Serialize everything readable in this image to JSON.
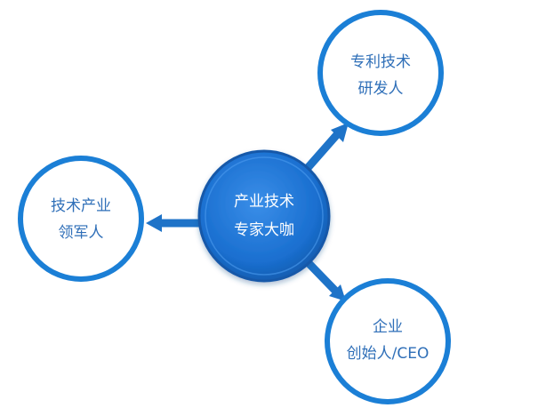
{
  "colors": {
    "ring": "#1b7fd6",
    "arrow": "#1e73c8",
    "center_fill": "#1a6fd0",
    "center_ring": "#1559a9",
    "outer_text": "#2f6fb8",
    "center_text": "#ffffff"
  },
  "center": {
    "line1": "产业技术",
    "line2": "专家大咖"
  },
  "nodes": {
    "top_right": {
      "line1": "专利技术",
      "line2": "研发人"
    },
    "left": {
      "line1": "技术产业",
      "line2": "领军人"
    },
    "bottom_right": {
      "line1": "企业",
      "line2": "创始人/CEO"
    }
  }
}
